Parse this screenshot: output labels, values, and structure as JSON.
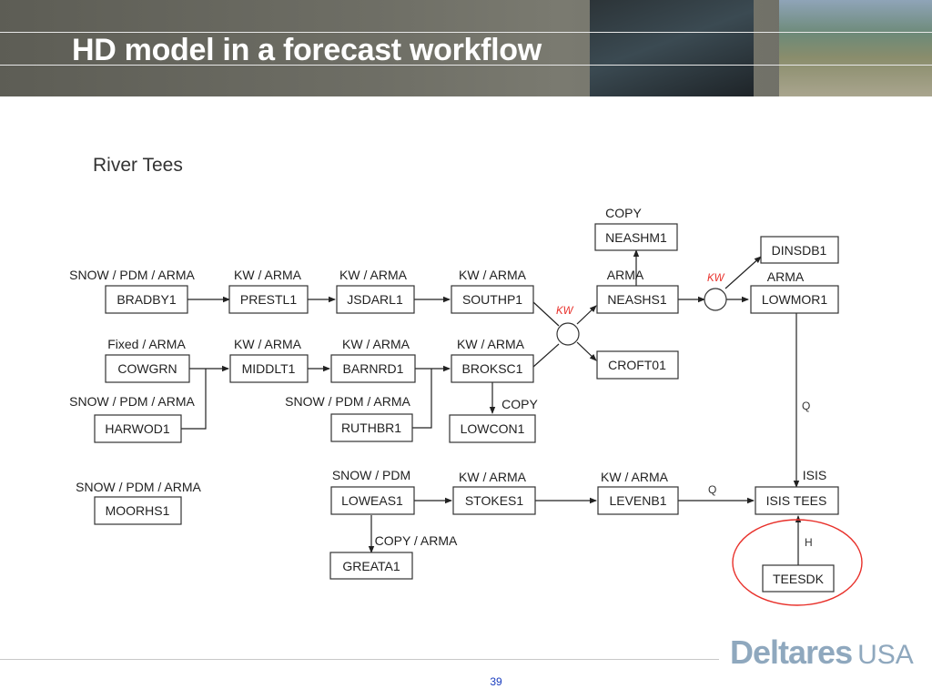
{
  "slide": {
    "title": "HD model in a forecast workflow",
    "page_number": "39"
  },
  "diagram": {
    "title": "River Tees",
    "nodes": [
      {
        "id": "BRADBY1",
        "label": "BRADBY1",
        "method": "SNOW / PDM / ARMA"
      },
      {
        "id": "PRESTL1",
        "label": "PRESTL1",
        "method": "KW / ARMA"
      },
      {
        "id": "JSDARL1",
        "label": "JSDARL1",
        "method": "KW / ARMA"
      },
      {
        "id": "SOUTHP1",
        "label": "SOUTHP1",
        "method": "KW / ARMA"
      },
      {
        "id": "COWGRN",
        "label": "COWGRN",
        "method": "Fixed / ARMA"
      },
      {
        "id": "MIDDLT1",
        "label": "MIDDLT1",
        "method": "KW / ARMA"
      },
      {
        "id": "BARNRD1",
        "label": "BARNRD1",
        "method": "KW / ARMA"
      },
      {
        "id": "BROKSC1",
        "label": "BROKSC1",
        "method": "KW / ARMA"
      },
      {
        "id": "HARWOD1",
        "label": "HARWOD1",
        "method": "SNOW / PDM / ARMA"
      },
      {
        "id": "RUTHBR1",
        "label": "RUTHBR1",
        "method": "SNOW / PDM / ARMA"
      },
      {
        "id": "LOWCON1",
        "label": "LOWCON1",
        "method": "COPY"
      },
      {
        "id": "NEASHM1",
        "label": "NEASHM1",
        "method": "COPY"
      },
      {
        "id": "NEASHS1",
        "label": "NEASHS1",
        "method": "ARMA"
      },
      {
        "id": "CROFT01",
        "label": "CROFT01",
        "method": ""
      },
      {
        "id": "DINSDB1",
        "label": "DINSDB1",
        "method": ""
      },
      {
        "id": "LOWMOR1",
        "label": "LOWMOR1",
        "method": "ARMA"
      },
      {
        "id": "MOORHS1",
        "label": "MOORHS1",
        "method": "SNOW / PDM / ARMA"
      },
      {
        "id": "LOWEAS1",
        "label": "LOWEAS1",
        "method": "SNOW / PDM"
      },
      {
        "id": "STOKES1",
        "label": "STOKES1",
        "method": "KW / ARMA"
      },
      {
        "id": "LEVENB1",
        "label": "LEVENB1",
        "method": "KW / ARMA"
      },
      {
        "id": "ISISTEES",
        "label": "ISIS TEES",
        "method": "ISIS"
      },
      {
        "id": "GREATA1",
        "label": "GREATA1",
        "method": "COPY / ARMA"
      },
      {
        "id": "TEESDK",
        "label": "TEESDK",
        "method": ""
      }
    ],
    "junction_labels": [
      "KW",
      "KW"
    ],
    "edge_labels": [
      "Q",
      "Q",
      "H"
    ],
    "highlight_color": "#e8302a"
  },
  "brand": {
    "name": "Deltares",
    "suffix": "USA",
    "color": "#8fa8be"
  }
}
